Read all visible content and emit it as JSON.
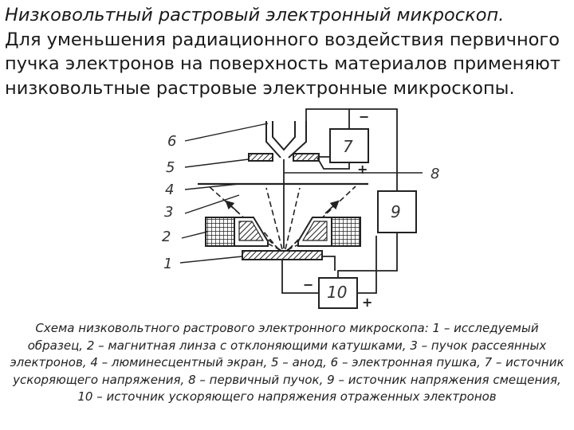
{
  "heading": {
    "title": "Низковольтный растровый электронный микроскоп.",
    "body_lines": [
      "Для уменьшения радиационного воздействия первичного",
      "пучка электронов на поверхность материалов применяют",
      "низковольтные растровые электронные микроскопы."
    ]
  },
  "diagram": {
    "labels": {
      "l1": "1",
      "l2": "2",
      "l3": "3",
      "l4": "4",
      "l5": "5",
      "l6": "6",
      "l7": "7",
      "l8": "8",
      "l9": "9",
      "l10": "10"
    },
    "signs": {
      "minus_top": "−",
      "plus_mid": "+",
      "minus_bottom": "−",
      "plus_bottom": "+"
    }
  },
  "caption": "Схема низковольтного растрового электронного микроскопа: 1 – исследуемый образец, 2 – магнитная линза с отклоняющими катушками, 3 – пучок рассеянных электронов, 4 – люминесцентный экран, 5 – анод, 6 – электронная пушка, 7 – источник ускоряющего напряжения, 8 – первичный пучок, 9 – источник напряжения смещения, 10 – источник ускоряющего напряжения отраженных электронов"
}
